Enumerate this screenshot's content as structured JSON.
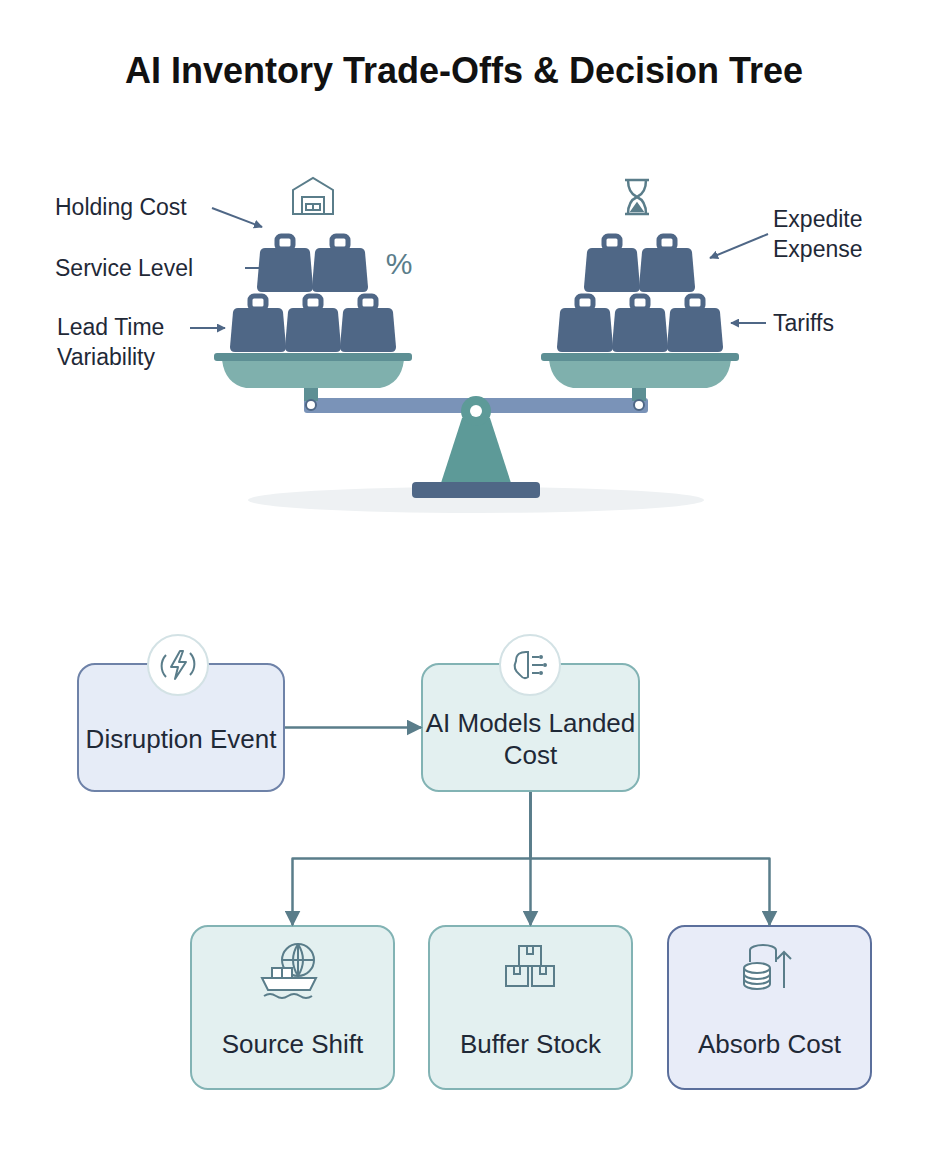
{
  "diagram": {
    "title": "AI Inventory Trade-Offs & Decision Tree",
    "nodes": [
      {
        "text": [
          "Disruption Event"
        ]
      },
      {
        "text": [
          "AI Models Landed Cost"
        ]
      },
      {
        "text": [
          "Source Shift"
        ]
      },
      {
        "text": [
          "Buffer Stock"
        ]
      },
      {
        "text": [
          "Absorb Cost"
        ]
      }
    ],
    "edges": [
      {
        "from": 0,
        "to": 1,
        "arrow": "to"
      },
      {
        "from": 1,
        "to": 2,
        "arrow": "to"
      },
      {
        "from": 1,
        "to": 3,
        "arrow": "to"
      },
      {
        "from": 1,
        "to": 4,
        "arrow": "to"
      }
    ],
    "labels": [
      "Holding Cost",
      "Service Level",
      "Lead Time Variability",
      "%",
      "Expedite Expense",
      "Tariffs"
    ]
  }
}
